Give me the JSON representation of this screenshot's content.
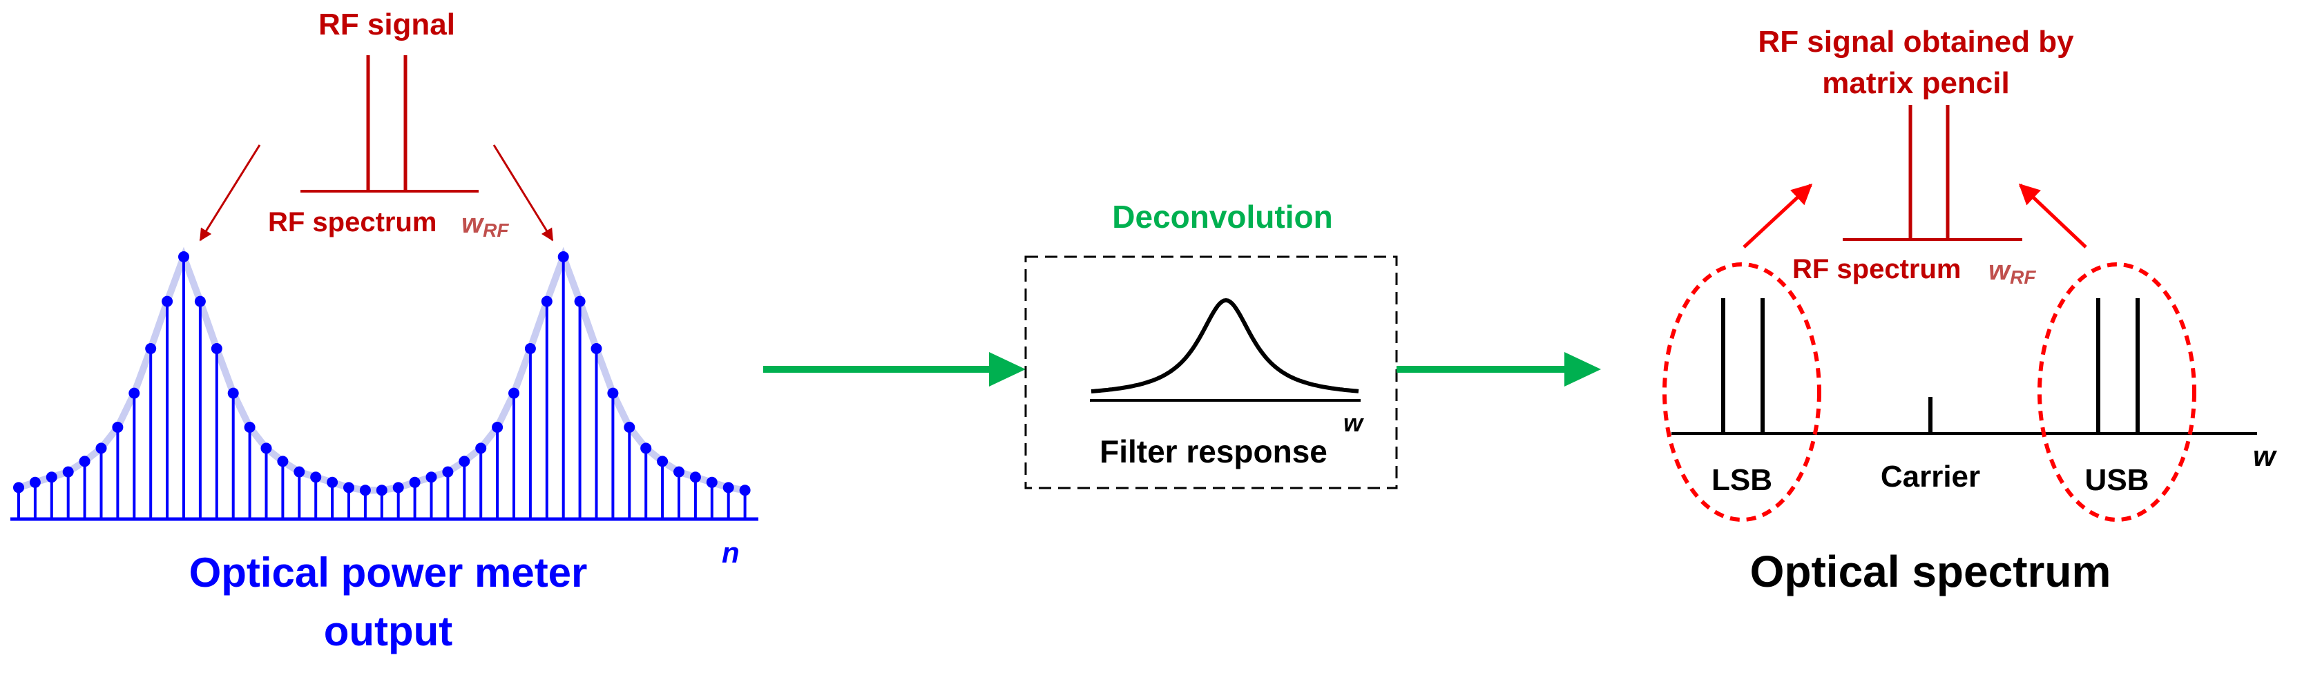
{
  "left_panel": {
    "rf_signal_label": "RF signal",
    "rf_spectrum_label": "RF spectrum",
    "w_rf_main": "w",
    "w_rf_sub": "RF",
    "axis_label": "n",
    "title_line1": "Optical power meter",
    "title_line2": "output",
    "stem_heights": [
      0.12,
      0.14,
      0.16,
      0.18,
      0.22,
      0.27,
      0.35,
      0.48,
      0.65,
      0.83,
      1.0,
      0.83,
      0.65,
      0.48,
      0.35,
      0.27,
      0.22,
      0.18,
      0.16,
      0.14,
      0.12,
      0.11,
      0.11,
      0.12,
      0.14,
      0.16,
      0.18,
      0.22,
      0.27,
      0.35,
      0.48,
      0.65,
      0.83,
      1.0,
      0.83,
      0.65,
      0.48,
      0.35,
      0.27,
      0.22,
      0.18,
      0.16,
      0.14,
      0.12,
      0.11
    ]
  },
  "middle_panel": {
    "deconvolution_label": "Deconvolution",
    "filter_response_label": "Filter response",
    "axis_label": "w"
  },
  "right_panel": {
    "rf_obtained_line1": "RF signal obtained by",
    "rf_obtained_line2": "matrix pencil",
    "rf_spectrum_label": "RF spectrum",
    "w_rf_main": "w",
    "w_rf_sub": "RF",
    "lsb_label": "LSB",
    "carrier_label": "Carrier",
    "usb_label": "USB",
    "axis_label": "w",
    "title": "Optical spectrum"
  },
  "colors": {
    "dark_red": "#c00000",
    "blue": "#0000ff",
    "green": "#00b050",
    "black": "#000000",
    "dashed_red": "#ff0000",
    "envelope": "#c9cdf2"
  }
}
